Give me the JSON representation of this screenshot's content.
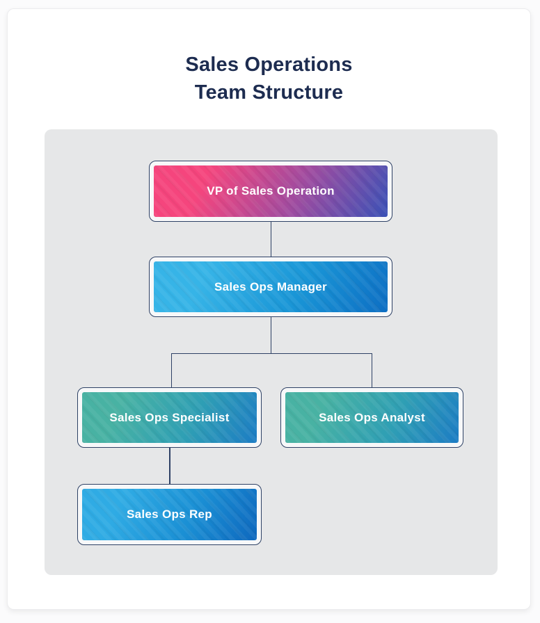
{
  "title": {
    "line1": "Sales Operations",
    "line2": "Team Structure",
    "color": "#1d2c50"
  },
  "diagram": {
    "type": "org-chart",
    "nodes": [
      {
        "id": "vp",
        "label": "VP of Sales Operation",
        "level": 1,
        "gradient": {
          "from": "#f5457d",
          "mid": "#9d4ba0",
          "to": "#3a51b6"
        }
      },
      {
        "id": "manager",
        "label": "Sales Ops Manager",
        "level": 2,
        "gradient": {
          "from": "#36b4e7",
          "mid": "#1995d6",
          "to": "#0d6ec3"
        }
      },
      {
        "id": "specialist",
        "label": "Sales Ops Specialist",
        "level": 3,
        "gradient": {
          "from": "#48b2a3",
          "mid": "#2f9fb4",
          "to": "#1c7cc4"
        }
      },
      {
        "id": "analyst",
        "label": "Sales Ops Analyst",
        "level": 3,
        "gradient": {
          "from": "#48b2a3",
          "mid": "#2f9fb4",
          "to": "#1c7cc4"
        }
      },
      {
        "id": "rep",
        "label": "Sales Ops Rep",
        "level": 4,
        "gradient": {
          "from": "#2fabe4",
          "mid": "#1a8fd4",
          "to": "#0e68be"
        }
      }
    ],
    "edges": [
      {
        "from": "VP of Sales Operation",
        "to": "Sales Ops Manager"
      },
      {
        "from": "Sales Ops Manager",
        "to": "Sales Ops Specialist"
      },
      {
        "from": "Sales Ops Manager",
        "to": "Sales Ops Analyst"
      },
      {
        "from": "Sales Ops Specialist",
        "to": "Sales Ops Rep"
      }
    ],
    "colors": {
      "outline": "#2e4165",
      "connector": "#2e4165",
      "panel_background": "#e6e7e8",
      "card_background": "#ffffff",
      "node_text": "#ffffff"
    }
  }
}
